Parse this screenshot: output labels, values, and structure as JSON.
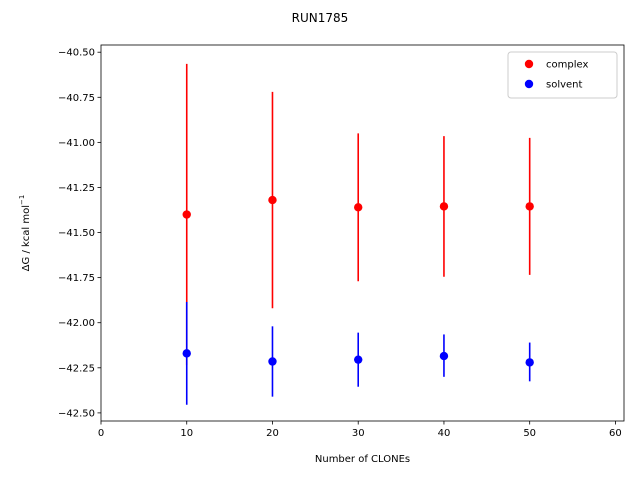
{
  "chart_data": {
    "type": "scatter",
    "title": "RUN1785",
    "xlabel": "Number of CLONEs",
    "ylabel_main": "ΔG / kcal mol",
    "ylabel_sup": "−1",
    "xlim": [
      0,
      61
    ],
    "ylim": [
      -42.545,
      -40.46
    ],
    "xticks": [
      0,
      10,
      20,
      30,
      40,
      50,
      60
    ],
    "yticks": [
      -42.5,
      -42.25,
      -42.0,
      -41.75,
      -41.5,
      -41.25,
      -41.0,
      -40.75,
      -40.5
    ],
    "legend_position": "upper-right",
    "series": [
      {
        "name": "complex",
        "color": "#ff0000",
        "x": [
          10,
          20,
          30,
          40,
          50
        ],
        "y": [
          -41.4,
          -41.32,
          -41.36,
          -41.355,
          -41.355
        ],
        "yerr_low": [
          -42.235,
          -41.92,
          -41.77,
          -41.745,
          -41.735
        ],
        "yerr_high": [
          -40.565,
          -40.72,
          -40.95,
          -40.965,
          -40.975
        ]
      },
      {
        "name": "solvent",
        "color": "#0000ff",
        "x": [
          10,
          20,
          30,
          40,
          50
        ],
        "y": [
          -42.17,
          -42.215,
          -42.205,
          -42.185,
          -42.22
        ],
        "yerr_low": [
          -42.455,
          -42.41,
          -42.355,
          -42.3,
          -42.325
        ],
        "yerr_high": [
          -41.885,
          -42.02,
          -42.055,
          -42.065,
          -42.11
        ]
      }
    ]
  }
}
